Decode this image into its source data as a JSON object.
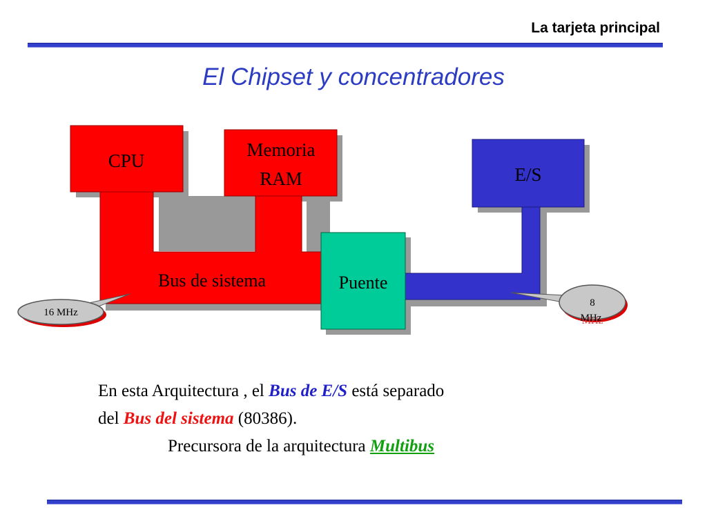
{
  "header": {
    "title": "La tarjeta principal"
  },
  "slide": {
    "title": "El Chipset y concentradores"
  },
  "diagram": {
    "cpu_label": "CPU",
    "ram_label_line1": "Memoria",
    "ram_label_line2": "RAM",
    "io_label": "E/S",
    "bridge_label": "Puente",
    "system_bus_label": "Bus de sistema",
    "callout_left": "16 MHz",
    "callout_right_line1": "8",
    "callout_right_line2": "MHz",
    "colors": {
      "red": "#ff0000",
      "blue": "#3333cc",
      "bridge": "#00cc99",
      "shadow": "#999999"
    }
  },
  "description": {
    "line1_prefix": "En esta Arquitectura , el ",
    "line1_highlight": "Bus de E/S",
    "line1_suffix": " está separado",
    "line2_prefix": "del ",
    "line2_highlight": "Bus del sistema",
    "line2_suffix": " (80386).",
    "line3_prefix": "Precursora de la arquitectura ",
    "line3_highlight": "Multibus"
  }
}
